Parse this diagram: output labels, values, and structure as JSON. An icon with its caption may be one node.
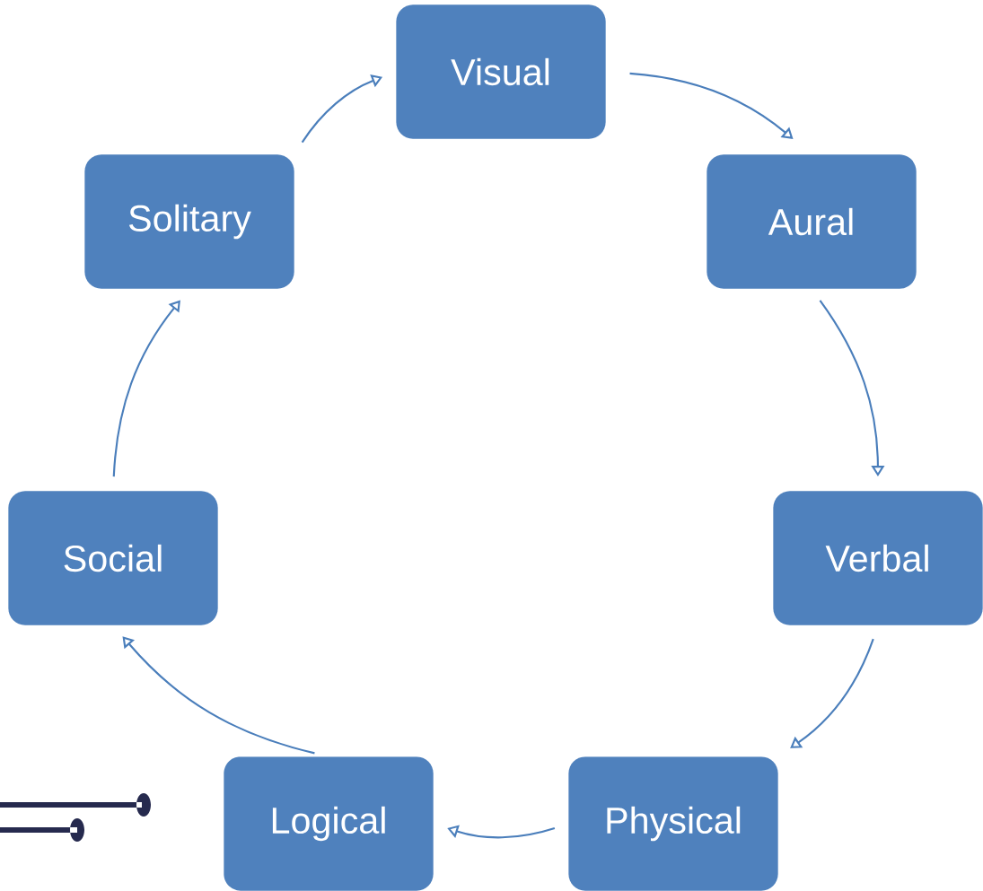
{
  "diagram": {
    "nodes": [
      {
        "text": [
          "Visual"
        ]
      },
      {
        "text": [
          "Solitary"
        ]
      },
      {
        "text": [
          "Aural"
        ]
      },
      {
        "text": [
          "Social"
        ]
      },
      {
        "text": [
          "Verbal"
        ]
      },
      {
        "text": [
          "Logical"
        ]
      },
      {
        "text": [
          "Physical"
        ]
      }
    ],
    "edges": [
      {
        "from": 0,
        "to": 2,
        "arrow": "to"
      },
      {
        "from": 2,
        "to": 4,
        "arrow": "to"
      },
      {
        "from": 4,
        "to": 6,
        "arrow": "to"
      },
      {
        "from": 6,
        "to": 5,
        "arrow": "to"
      },
      {
        "from": 5,
        "to": 3,
        "arrow": "to"
      },
      {
        "from": 3,
        "to": 1,
        "arrow": "to"
      },
      {
        "from": 1,
        "to": 0,
        "arrow": "to"
      }
    ]
  }
}
